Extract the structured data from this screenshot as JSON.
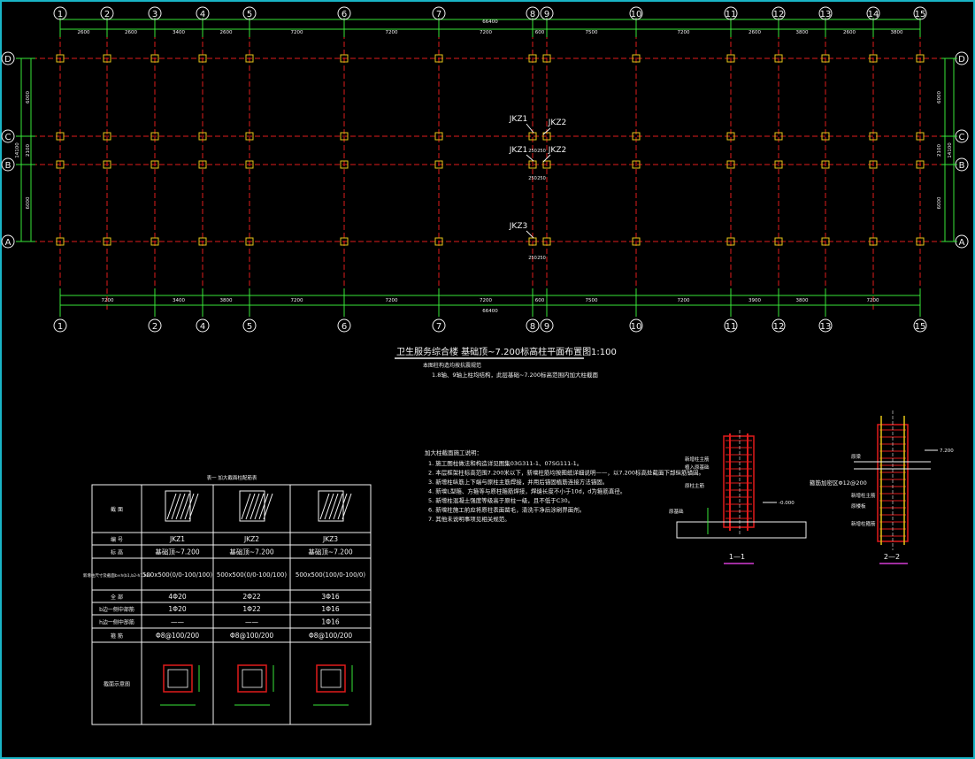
{
  "plan": {
    "grid_top_labels": [
      "1",
      "2",
      "3",
      "4",
      "5",
      "6",
      "7",
      "8",
      "9",
      "10",
      "11",
      "12",
      "13",
      "14",
      "15"
    ],
    "grid_bottom_labels": [
      "1",
      "2",
      "4",
      "5",
      "6",
      "7",
      "8",
      "9",
      "10",
      "11",
      "12",
      "13",
      "15"
    ],
    "row_labels": [
      "D",
      "C",
      "B",
      "A"
    ],
    "top_dims": [
      "2600",
      "2600",
      "3400",
      "2600",
      "7200",
      "7200",
      "7200",
      "600",
      "7500",
      "7200",
      "2600",
      "3800",
      "2600",
      "3800"
    ],
    "top_total": "66400",
    "bottom_dims": [
      "7200",
      "3400",
      "3800",
      "7200",
      "7200",
      "7200",
      "600",
      "7500",
      "7200",
      "3900",
      "3800",
      "7200"
    ],
    "bottom_total": "66400",
    "left_dims": [
      "6000",
      "2100",
      "6000"
    ],
    "left_total": "14100",
    "right_dims": [
      "6000",
      "2100",
      "6000"
    ],
    "right_total": "14100",
    "column_tags": [
      "JKZ1",
      "JKZ2",
      "JKZ1",
      "JKZ2",
      "JKZ3"
    ],
    "small_dims": [
      "250",
      "250"
    ]
  },
  "title": {
    "text": "卫生服务综合楼 基础顶~7.200标高柱平面布置图",
    "scale": "1:100",
    "note1": "本图柱构造均按抗震规范",
    "note2": "1.8轴、9轴上柱均结构，此层基础~7.200标高范围内加大柱截面"
  },
  "notes": {
    "heading": "加大柱截面施工说明：",
    "items": [
      "1. 施工图柱做法和构造详见图集03G311-1、07SG111-1。",
      "2. 本层框架柱标高范围7.200米以下，新增柱筋均按图纸详细说明——，以7.200标高处截面下部纵筋锚固。",
      "3. 新增柱纵筋上下端与原柱主筋焊接，并用后锚固植筋连接方法锚固。",
      "4. 新增L型箍、方箍等与原柱箍筋焊接，焊缝长度不小于10d，d为箍筋直径。",
      "5. 新增柱混凝土强度等级高于原柱一级，且不低于C30。",
      "6. 新增柱施工前应将原柱表面凿毛，清洗干净后涂刷界面剂。",
      "7. 其他未说明事项见相关规范。"
    ]
  },
  "sections": {
    "one": "1—1",
    "two": "2—2",
    "elev_one": "-0.000",
    "elev_two": "7.200",
    "labels_one": [
      "新增柱主筋",
      "植入原基础",
      "原柱主筋",
      "原基础"
    ],
    "labels_two": [
      "原梁",
      "新增柱主筋",
      "原楼板",
      "新增柱箍筋"
    ],
    "hook_spec": "箍筋加密区Φ12@200"
  },
  "table": {
    "title": "表一  加大截面柱配筋表",
    "rows": [
      {
        "head": "截 面",
        "cells": [
          "",
          "",
          ""
        ]
      },
      {
        "head": "编 号",
        "cells": [
          "JKZ1",
          "JKZ2",
          "JKZ3"
        ]
      },
      {
        "head": "标 高",
        "cells": [
          "基础顶~7.200",
          "基础顶~7.200",
          "基础顶~7.200"
        ]
      },
      {
        "head": "新增柱尺寸及截面b×h(b1,b2-h1,h2)",
        "cells": [
          "500x500(0/0-100/100)",
          "500x500(0/0-100/100)",
          "500x500(100/0-100/0)"
        ]
      },
      {
        "head": "全 部",
        "cells": [
          "4Φ20",
          "2Φ22",
          "3Φ16"
        ]
      },
      {
        "head": "b边一侧中部筋",
        "cells": [
          "1Φ20",
          "1Φ22",
          "1Φ16"
        ]
      },
      {
        "head": "h边一侧中部筋",
        "cells": [
          "——",
          "——",
          "1Φ16"
        ]
      },
      {
        "head": "箍 筋",
        "cells": [
          "Φ8@100/200",
          "Φ8@100/200",
          "Φ8@100/200"
        ]
      },
      {
        "head": "截面示意图",
        "cells": [
          "",
          "",
          ""
        ]
      }
    ]
  },
  "colors": {
    "frame": "#19b5c6",
    "grid_red": "#e01b1b",
    "dim_green": "#39e639",
    "column_yellow": "#e6c619",
    "text_white": "#f2f2f2",
    "magenta": "#d43cd4"
  }
}
